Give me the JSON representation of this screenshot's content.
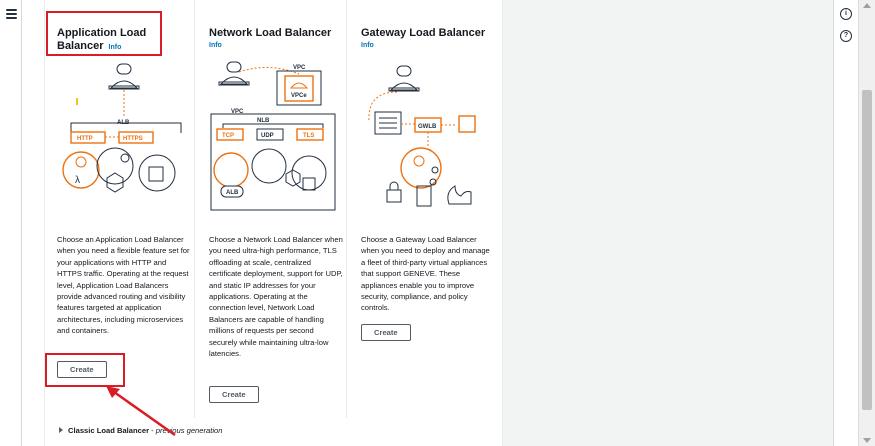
{
  "cards": [
    {
      "title": "Application Load Balancer",
      "info": "Info",
      "description": "Choose an Application Load Balancer when you need a flexible feature set for your applications with HTTP and HTTPS traffic. Operating at the request level, Application Load Balancers provide advanced routing and visibility features targeted at application architectures, including microservices and containers.",
      "create_label": "Create",
      "diagram": {
        "top": "ALB",
        "left": "HTTP",
        "right": "HTTPS"
      }
    },
    {
      "title": "Network Load Balancer",
      "info": "Info",
      "description": "Choose a Network Load Balancer when you need ultra-high performance, TLS offloading at scale, centralized certificate deployment, support for UDP, and static IP addresses for your applications. Operating at the connection level, Network Load Balancers are capable of handling millions of requests per second securely while maintaining ultra-low latencies.",
      "create_label": "Create",
      "diagram": {
        "vpc_top": "VPC",
        "vpce": "VPCe",
        "vpc_left": "VPC",
        "nlb": "NLB",
        "tcp": "TCP",
        "udp": "UDP",
        "tls": "TLS",
        "alb": "ALB"
      }
    },
    {
      "title": "Gateway Load Balancer",
      "info": "Info",
      "description": "Choose a Gateway Load Balancer when you need to deploy and manage a fleet of third-party virtual appliances that support GENEVE. These appliances enable you to improve security, compliance, and policy controls.",
      "create_label": "Create",
      "diagram": {
        "gwlb": "GWLB"
      }
    }
  ],
  "classic": {
    "label": "Classic Load Balancer",
    "dash": " - ",
    "sub": "previous generation"
  },
  "colors": {
    "accent": "#ec7211",
    "link": "#0073bb",
    "annotation": "#d91c27"
  },
  "icons": [
    "hamburger-menu-icon",
    "info-circle-icon",
    "help-circle-icon"
  ]
}
